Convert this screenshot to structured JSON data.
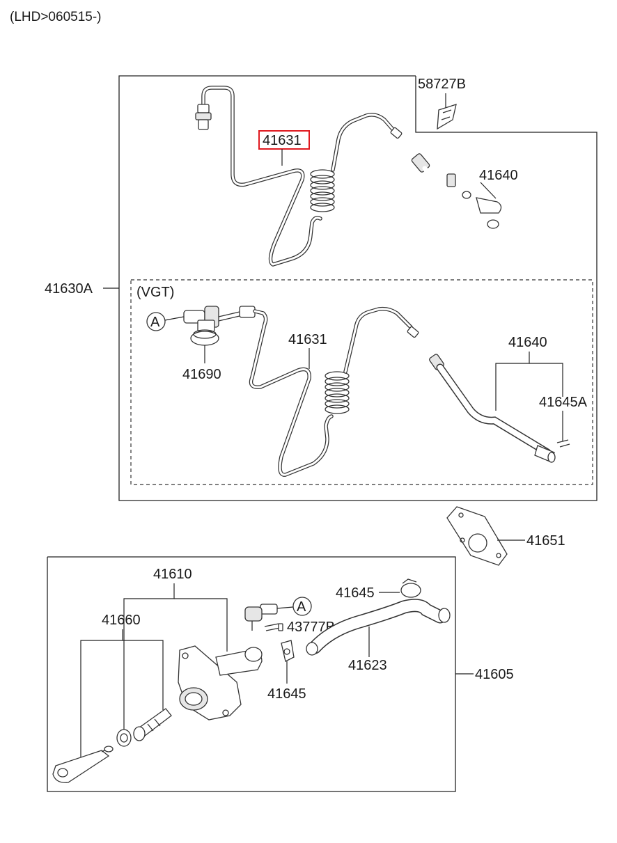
{
  "header": {
    "condition": "(LHD>060515-)"
  },
  "upper_group": {
    "assembly_label": "41630A",
    "pipe_label": "41631",
    "bracket_label": "58727B",
    "hose_label": "41640"
  },
  "vgt_group": {
    "title": "(VGT)",
    "ref_marker": "A",
    "connector_label": "41690",
    "pipe_label": "41631",
    "hose_label": "41640",
    "clip_label": "41645A"
  },
  "lower_group": {
    "gasket_label": "41651",
    "cylinder_label": "41610",
    "assembly_label": "41605",
    "clamp_label_top": "41645",
    "ref_marker": "A",
    "pin_label": "43777B",
    "hose_label": "41623",
    "boot_label": "41660",
    "clamp_label_bottom": "41645"
  },
  "highlight": {
    "part": "41631",
    "color": "#e0191f"
  }
}
